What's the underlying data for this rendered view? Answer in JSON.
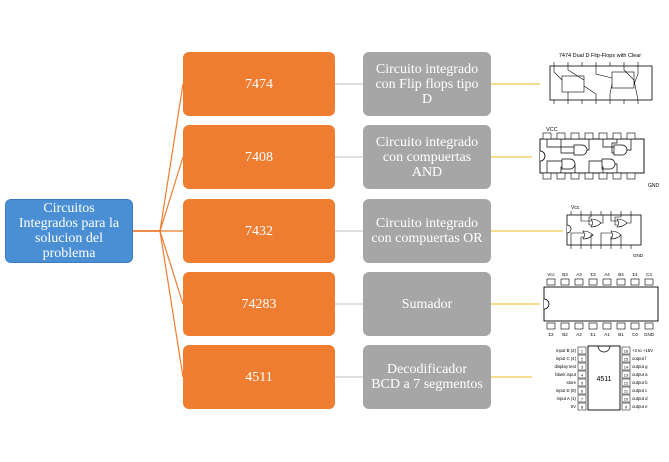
{
  "root": {
    "label": "Circuitos Integrados para la solucion  del problema"
  },
  "rows": [
    {
      "chip": "7474",
      "description": "Circuito  integrado con Flip  flops tipo  D",
      "image_caption": "7474 Dual D Flip-Flops with Clear"
    },
    {
      "chip": "7408",
      "description": "Circuito  integrado con compuertas AND",
      "image_caption": "VCC",
      "image_footer": "GND"
    },
    {
      "chip": "7432",
      "description": "Circuito  integrado con compuertas OR",
      "image_caption": "Vcc",
      "image_footer": "GND"
    },
    {
      "chip": "74283",
      "description": "Sumador"
    },
    {
      "chip": "4511",
      "description": "Decodificador BCD a 7 segmentos",
      "pins_left": [
        "input B (2)",
        "input C (4)",
        "display test",
        "blank input",
        "store",
        "input D (8)",
        "input A (1)",
        "0V"
      ],
      "pins_right": [
        "+3 to +15V",
        "output f",
        "output g",
        "output a",
        "output b",
        "output c",
        "output d",
        "output e"
      ],
      "ic_label": "4511"
    }
  ],
  "colors": {
    "root": "#4a8fd4",
    "chip": "#ee7d31",
    "description": "#a6a6a6",
    "connector_left": "#ee7d31",
    "connector_right": "#f2c94c"
  }
}
